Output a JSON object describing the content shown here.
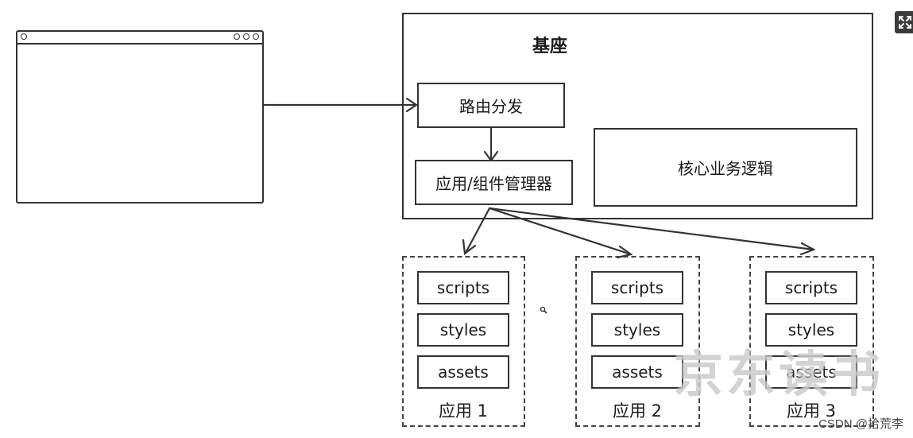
{
  "diagram": {
    "base_title": "基座",
    "router": "路由分发",
    "manager": "应用/组件管理器",
    "core": "核心业务逻辑",
    "apps": [
      {
        "label": "应用 1",
        "items": [
          "scripts",
          "styles",
          "assets"
        ]
      },
      {
        "label": "应用 2",
        "items": [
          "scripts",
          "styles",
          "assets"
        ]
      },
      {
        "label": "应用 3",
        "items": [
          "scripts",
          "styles",
          "assets"
        ]
      }
    ]
  },
  "watermark": "京东读书",
  "credit": "CSDN @拾荒李",
  "icons": {
    "expand": "expand-icon"
  }
}
